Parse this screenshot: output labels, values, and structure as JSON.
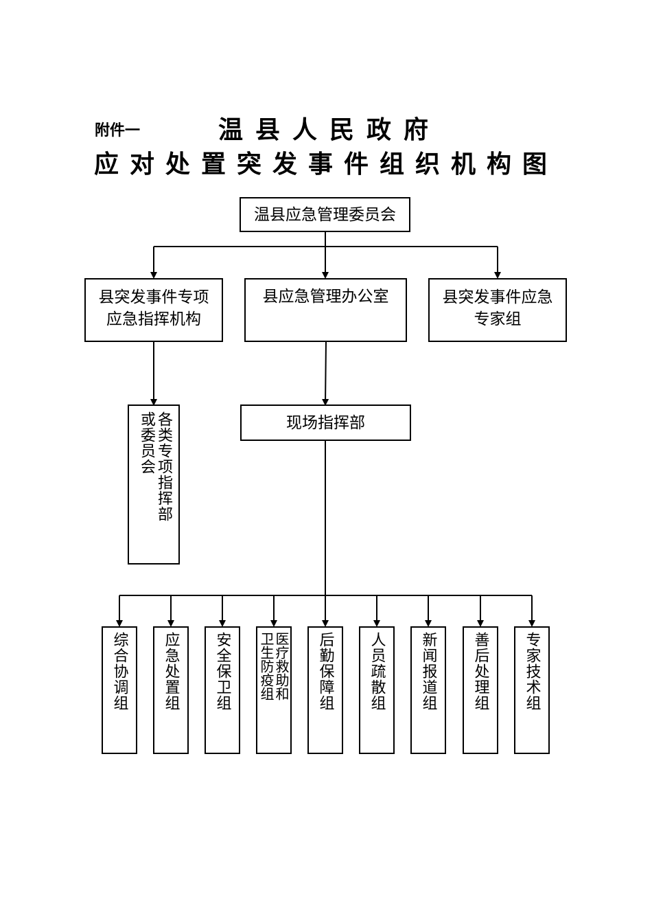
{
  "header": {
    "attachment": "附件一",
    "title_line1": "温县人民政府",
    "title_line2": "应对处置突发事件组织机构图"
  },
  "chart": {
    "root": "温县应急管理委员会",
    "level2": {
      "left": "县突发事件专项应急指挥机构",
      "middle": "县应急管理办公室",
      "right": "县突发事件应急专家组"
    },
    "level3": {
      "left": "各类专项指挥部或委员会",
      "middle": "现场指挥部"
    },
    "groups": [
      "综合协调组",
      "应急处置组",
      "安全保卫组",
      "医疗救助和卫生防疫组",
      "后勤保障组",
      "人员疏散组",
      "新闻报道组",
      "善后处理组",
      "专家技术组"
    ]
  }
}
